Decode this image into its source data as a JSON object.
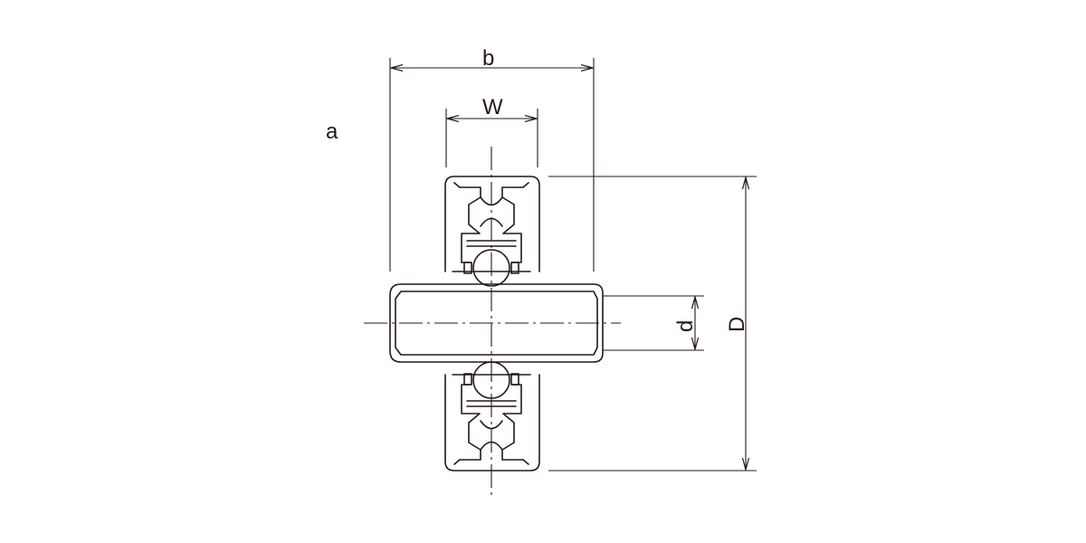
{
  "labels": {
    "view": "a",
    "b": "b",
    "W": "W",
    "d": "d",
    "D": "D"
  },
  "colors": {
    "line": "#231815",
    "background": "#ffffff"
  }
}
